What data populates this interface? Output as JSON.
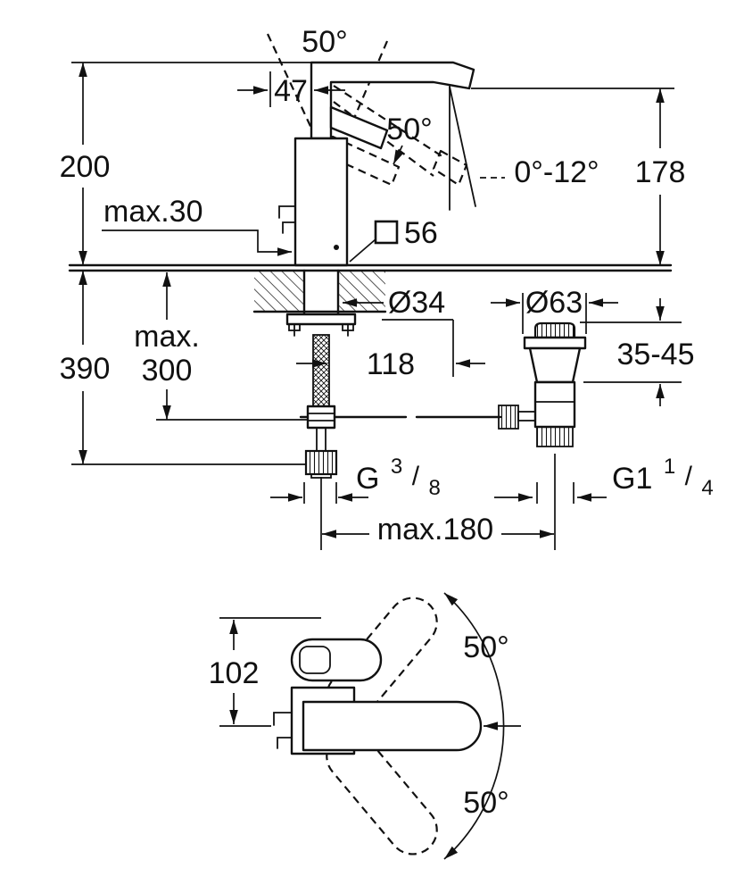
{
  "meta": {
    "description": "Single-lever basin mixer installation dimension drawing, side view and top view"
  },
  "colors": {
    "ink": "#111111",
    "background": "#ffffff"
  },
  "side_view": {
    "handle_swivel_angle": "50°",
    "spout_offset": "47",
    "handle_lift_angle": "50°",
    "spout_tilt_range": "0°-12°",
    "spout_height": "178",
    "overall_height": "200",
    "deck_thickness_max": "max.30",
    "base_square_size": "56",
    "hole_diameter": "Ø34",
    "waste_knob_diameter": "Ø63",
    "hose_length_max_word": "max.",
    "hose_length_max_value": "300",
    "below_deck_depth": "390",
    "rod_offset": "118",
    "waste_clamp_range": "35-45",
    "supply_thread": {
      "base": "G",
      "numerator": "3",
      "slash": "/",
      "denominator": "8"
    },
    "waste_thread": {
      "base": "G1",
      "numerator": "1",
      "slash": "/",
      "denominator": "4"
    },
    "waste_distance_max": "max.180"
  },
  "top_view": {
    "handle_reach": "102",
    "spout_swivel_up": "50°",
    "spout_swivel_down": "50°"
  }
}
